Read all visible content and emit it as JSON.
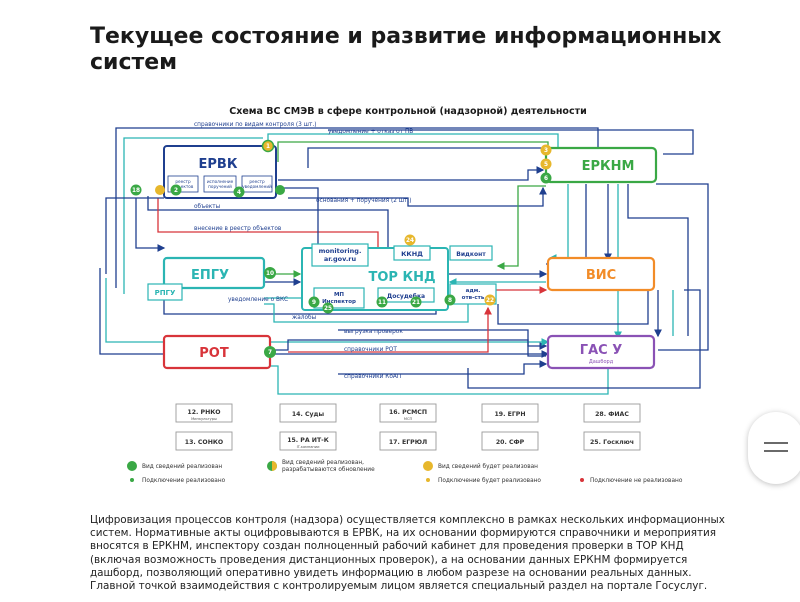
{
  "page": {
    "title": "Текущее состояние и развитие информационных систем",
    "description": "Цифровизация процессов контроля (надзора) осуществляется комплексно в рамках нескольких информационных систем. Нормативные акты оцифровываются в ЕРВК, на их основании формируются справочники и мероприятия вносятся в ЕРКНМ, инспектору создан полноценный рабочий кабинет для проведения проверки в ТОР КНД (включая возможность проведения дистанционных проверок), а на основании данных ЕРКНМ формируется дашборд, позволяющий оперативно увидеть информацию в любом разрезе на основании реальных данных. Главной точкой взаимодействия с контролируемым лицом является специальный раздел на портале Госуслуг."
  },
  "diagram": {
    "title": "Схема ВС СМЭВ в сфере контрольной (надзорной) деятельности",
    "systems": {
      "ervk": "ЕРВК",
      "erknm": "ЕРКНМ",
      "epgu": "ЕПГУ",
      "vis": "ВИС",
      "rot": "РОТ",
      "gasu": "ГАС У",
      "gasu_sub": "Дашборд",
      "tor": "ТОР КНД",
      "rpgu": "РПГУ",
      "monitoring": "monitoring.\nar.gov.ru",
      "kknd": "ККНД",
      "vidkont": "Видконт",
      "mp_inspector": "МП\nИнспектор",
      "dosudebka": "Досудебка",
      "adm": "адм.\nотв-сть",
      "ervk_sub1": "реестр\nобъектов",
      "ervk_sub2": "исполнение\nпоручений",
      "ervk_sub3": "реестр\nуведомлений"
    },
    "links": {
      "l1": "справочники по видам контроля (3 шт.)",
      "l2": "уведомление + отказ от ПВ",
      "l3": "объекты",
      "l4": "внесение в реестр объектов",
      "l5": "основания + поручения (2 шт.)",
      "l6": "уведомление о ВКС",
      "l7": "жалобы",
      "l8": "выгрузка проверок",
      "l9": "справочники РОТ",
      "l10": "справочники КоАП"
    },
    "badges": [
      "1",
      "2",
      "3",
      "4",
      "5",
      "6",
      "7",
      "8",
      "9",
      "10",
      "11",
      "18",
      "21",
      "22",
      "24",
      "25"
    ],
    "bottom_systems": [
      "12. РНКО",
      "13. СОНКО",
      "14. Суды",
      "15. РА ИТ-К",
      "16. РСМСП",
      "17. ЕГРЮЛ",
      "19. ЕГРН",
      "20. СФР",
      "28. ФИАС",
      "25. Госключ"
    ],
    "bottom_subs": {
      "rnko": "Минкультуры",
      "rait": "IT-компании",
      "rsmsp": "МСП"
    },
    "legend": {
      "full": "Вид сведений реализован",
      "half": "Вид сведений реализован,\nразрабатываются обновление",
      "planned": "Вид сведений будет реализован",
      "conn_done": "Подключение реализовано",
      "conn_planned": "Подключение будет реализовано",
      "conn_none": "Подключение не реализовано"
    },
    "colors": {
      "green": "#3aa845",
      "teal": "#2bb5b3",
      "navy": "#1f3f8f",
      "red": "#d8343a",
      "orange": "#f28c28",
      "purple": "#8a52b5",
      "yellow": "#e7b72c"
    }
  }
}
